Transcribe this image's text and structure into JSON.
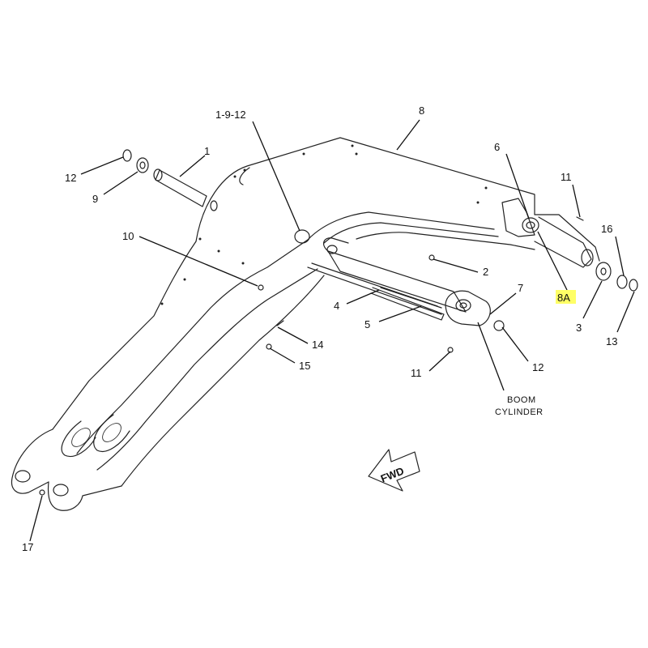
{
  "callouts": {
    "c1": "1",
    "c1_9_12": "1-9-12",
    "c8": "8",
    "c12a": "12",
    "c9": "9",
    "c6": "6",
    "c11a": "11",
    "c10": "10",
    "c2": "2",
    "c16": "16",
    "c7": "7",
    "c8A": "8A",
    "c4": "4",
    "c5": "5",
    "c3": "3",
    "c13": "13",
    "c14": "14",
    "c15": "15",
    "c11b": "11",
    "c12b": "12",
    "c17": "17"
  },
  "boom_cylinder": {
    "line1": "BOOM",
    "line2": "CYLINDER"
  },
  "fwd_arrow": "FWD",
  "highlight_color": "#ffff66"
}
